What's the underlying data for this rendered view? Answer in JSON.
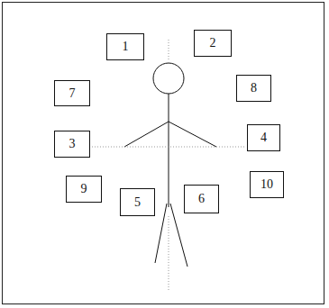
{
  "diagram": {
    "nodes": [
      {
        "text": [
          "1"
        ]
      },
      {
        "text": [
          "2"
        ]
      },
      {
        "text": [
          "7"
        ]
      },
      {
        "text": [
          "8"
        ]
      },
      {
        "text": [
          "3"
        ]
      },
      {
        "text": [
          "4"
        ]
      },
      {
        "text": [
          "9"
        ]
      },
      {
        "text": [
          "5"
        ]
      },
      {
        "text": [
          "6"
        ]
      },
      {
        "text": [
          "10"
        ]
      }
    ]
  }
}
